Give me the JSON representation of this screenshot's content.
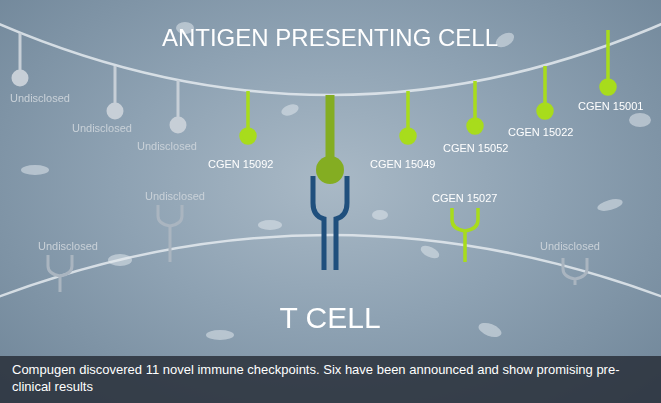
{
  "diagram": {
    "caption": "Compugen discovered 11 novel immune checkpoints. Six have been announced and show promising pre-clinical results",
    "nodes": [
      {
        "text": [
          "ANTIGEN PRESENTING CELL"
        ]
      },
      {
        "text": [
          "T CELL"
        ]
      }
    ],
    "labels": [
      "Undisclosed",
      "Undisclosed",
      "Undisclosed",
      "CGEN 15092",
      "CGEN 15049",
      "CGEN 15052",
      "CGEN 15022",
      "CGEN 15001",
      "Undisclosed",
      "Undisclosed",
      "CGEN 15027",
      "Undisclosed"
    ]
  }
}
